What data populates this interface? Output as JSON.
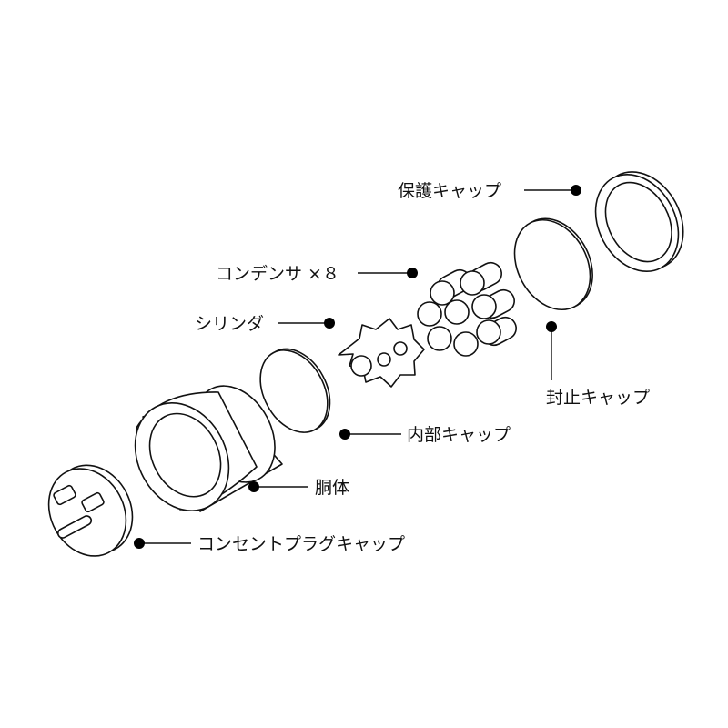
{
  "labels": {
    "protective_cap": "保護キャップ",
    "capacitors": "コンデンサ ×８",
    "cylinder": "シリンダ",
    "sealing_cap": "封止キャップ",
    "inner_cap": "内部キャップ",
    "body": "胴体",
    "plug_cap": "コンセントプラグキャップ"
  },
  "colors": {
    "stroke": "#111111",
    "fill": "#ffffff",
    "background": "#ffffff"
  }
}
